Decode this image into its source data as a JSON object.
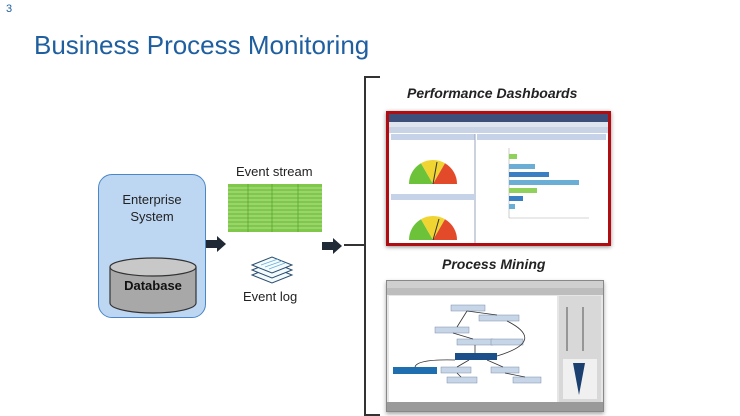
{
  "slide_number": "3",
  "title": "Business Process Monitoring",
  "enterprise_system": {
    "label_line1": "Enterprise",
    "label_line2": "System",
    "database_label": "Database"
  },
  "event_stream_label": "Event stream",
  "event_log_label": "Event log",
  "outputs": {
    "performance_dashboards": "Performance Dashboards",
    "process_mining": "Process Mining"
  },
  "colors": {
    "title": "#1f5fa0",
    "enterprise_fill": "#bdd7f3",
    "enterprise_border": "#4a86c8",
    "database_fill": "#a8a8a8",
    "event_stream": "#8fd15a",
    "dashboard_frame": "#b00d12",
    "arrow": "#1f2a36"
  }
}
